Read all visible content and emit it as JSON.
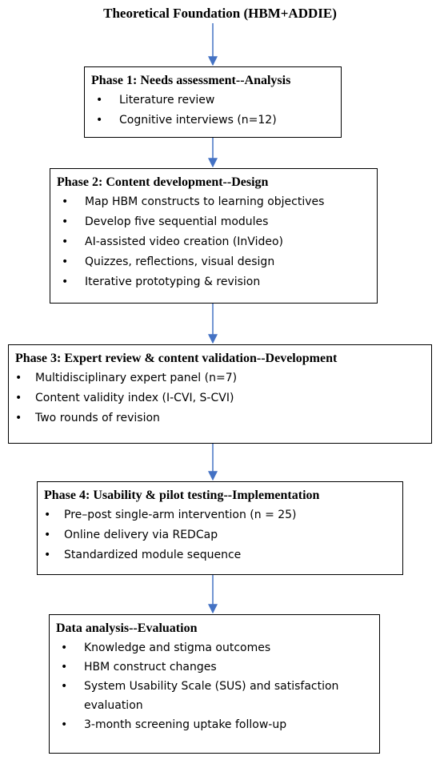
{
  "title": "Theoretical Foundation (HBM+ADDIE)",
  "phases": [
    {
      "heading": "Phase 1: Needs assessment--Analysis",
      "items": [
        "Literature review",
        "Cognitive interviews (n=12)"
      ]
    },
    {
      "heading": "Phase 2: Content development--Design",
      "items": [
        "Map HBM constructs to learning objectives",
        "Develop five sequential modules",
        "AI-assisted video creation (InVideo)",
        "Quizzes, reflections, visual design",
        "Iterative prototyping & revision"
      ]
    },
    {
      "heading": "Phase 3: Expert review & content validation--Development",
      "items": [
        "Multidisciplinary expert panel (n=7)",
        "Content validity index (I-CVI, S-CVI)",
        "Two rounds of revision"
      ]
    },
    {
      "heading": "Phase 4: Usability & pilot testing--Implementation",
      "items": [
        "Pre–post single-arm intervention (n = 25)",
        "Online delivery via REDCap",
        "Standardized module sequence"
      ]
    },
    {
      "heading": "Data analysis--Evaluation",
      "items": [
        "Knowledge and stigma outcomes",
        "HBM construct changes",
        "System Usability Scale (SUS) and satisfaction evaluation",
        "3-month screening uptake follow-up"
      ]
    }
  ],
  "colors": {
    "arrow": "#4472C4",
    "border": "#000000"
  }
}
